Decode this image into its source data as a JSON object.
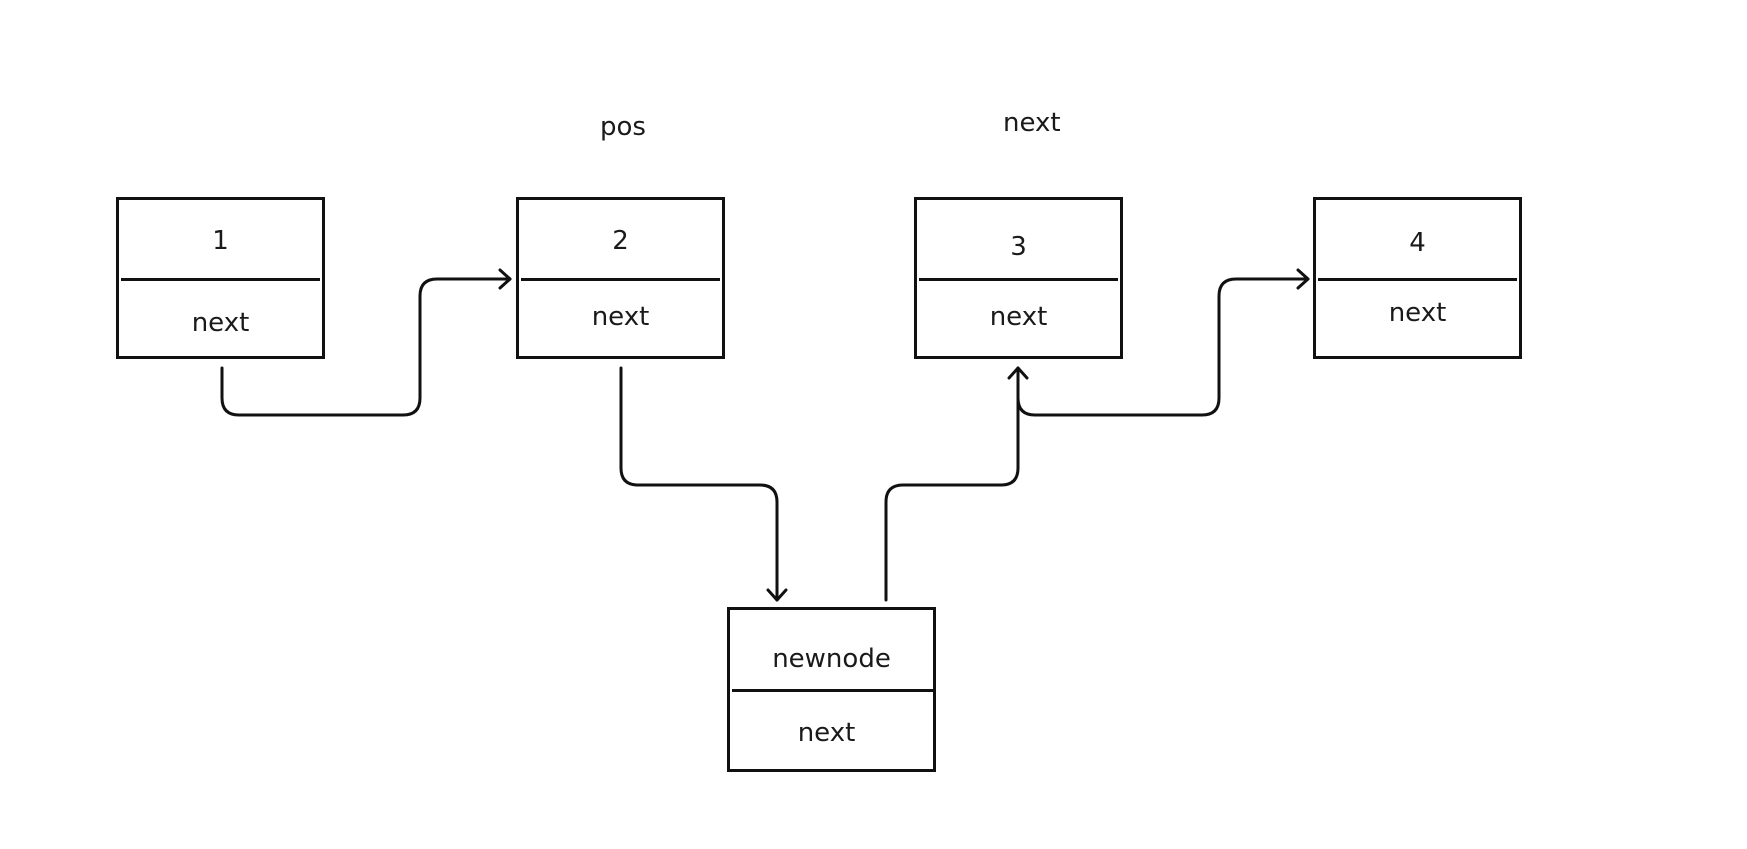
{
  "labels": {
    "pos": "pos",
    "next": "next"
  },
  "nodes": [
    {
      "value": "1",
      "next": "next"
    },
    {
      "value": "2",
      "next": "next"
    },
    {
      "value": "3",
      "next": "next"
    },
    {
      "value": "4",
      "next": "next"
    },
    {
      "value": "newnode",
      "next": "next"
    }
  ],
  "colors": {
    "line": "#111111",
    "text": "#1a1a1a"
  }
}
